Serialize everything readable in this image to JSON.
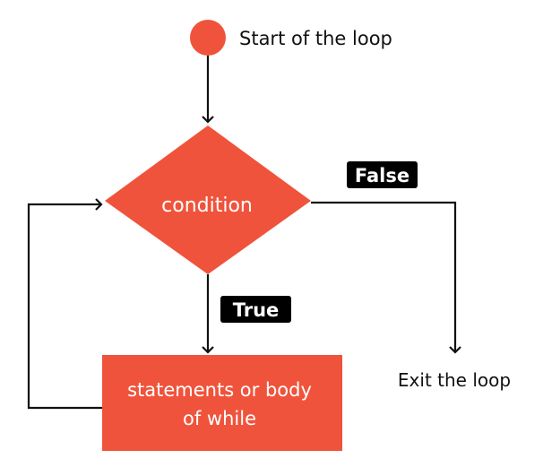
{
  "start": {
    "label": "Start of the loop"
  },
  "decision": {
    "label": "condition"
  },
  "body": {
    "line1": "statements or body",
    "line2": "of while"
  },
  "branches": {
    "false_label": "False",
    "true_label": "True"
  },
  "exit": {
    "label": "Exit the loop"
  },
  "colors": {
    "node": "#f0533b",
    "line": "#111111",
    "badge_bg": "#000000",
    "badge_text": "#ffffff",
    "node_text": "#ffffff"
  }
}
